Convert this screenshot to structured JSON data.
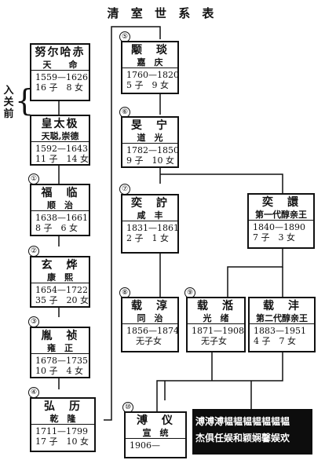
{
  "title": "清 室 世 系 表",
  "ruguan": "入关前",
  "brace": "{",
  "rulers": {
    "nurhaci": {
      "name": "努尔哈赤",
      "era": "天　　命",
      "years": "1559—1626",
      "kids": "16 子　8 女"
    },
    "huangtaiji": {
      "name": "皇太极",
      "era": "天聪,崇德",
      "years": "1592—1643",
      "kids": "11 子　14 女"
    },
    "shunzhi": {
      "num": "①",
      "name": "福　临",
      "era": "顺　治",
      "years": "1638—1661",
      "kids": "8 子　6 女"
    },
    "kangxi": {
      "num": "②",
      "name": "玄　烨",
      "era": "康　熙",
      "years": "1654—1722",
      "kids": "35 子　20 女"
    },
    "yongzheng": {
      "num": "③",
      "name": "胤　祯",
      "era": "雍　正",
      "years": "1678—1735",
      "kids": "10 子　4 女"
    },
    "qianlong": {
      "num": "④",
      "name": "弘　历",
      "era": "乾　隆",
      "years": "1711—1799",
      "kids": "17 子　10 女"
    },
    "jiaqing": {
      "num": "⑤",
      "name": "颙　琰",
      "era": "嘉　庆",
      "years": "1760—1820",
      "kids": "5 子　9 女"
    },
    "daoguang": {
      "num": "⑥",
      "name": "旻　宁",
      "era": "道　光",
      "years": "1782—1850",
      "kids": "9 子　10 女"
    },
    "xianfeng": {
      "num": "⑦",
      "name": "奕　詝",
      "era": "咸　丰",
      "years": "1831—1861",
      "kids": "2 子　1 女"
    },
    "yixuan": {
      "name": "奕　譞",
      "era": "第一代醇亲王",
      "years": "1840—1890",
      "kids": "7 子　3 女"
    },
    "tongzhi": {
      "num": "⑧",
      "name": "载　淳",
      "era": "同　治",
      "years": "1856—1874",
      "kids": "无子女"
    },
    "guangxu": {
      "num": "⑨",
      "name": "载　湉",
      "era": "光　绪",
      "years": "1871—1908",
      "kids": "无子女"
    },
    "zaifeng": {
      "name": "载　沣",
      "era": "第二代醇亲王",
      "years": "1883—1951",
      "kids": "4 子　7 女"
    },
    "puyi": {
      "num": "⑩",
      "name": "溥　仪",
      "era": "宣　统",
      "years": "1906—",
      "kids": ""
    }
  },
  "siblings": {
    "line1": "溥溥溥韫韫韫韫韫韫韫",
    "line2": "杰俱任娱和颖娴馨娱欢"
  }
}
